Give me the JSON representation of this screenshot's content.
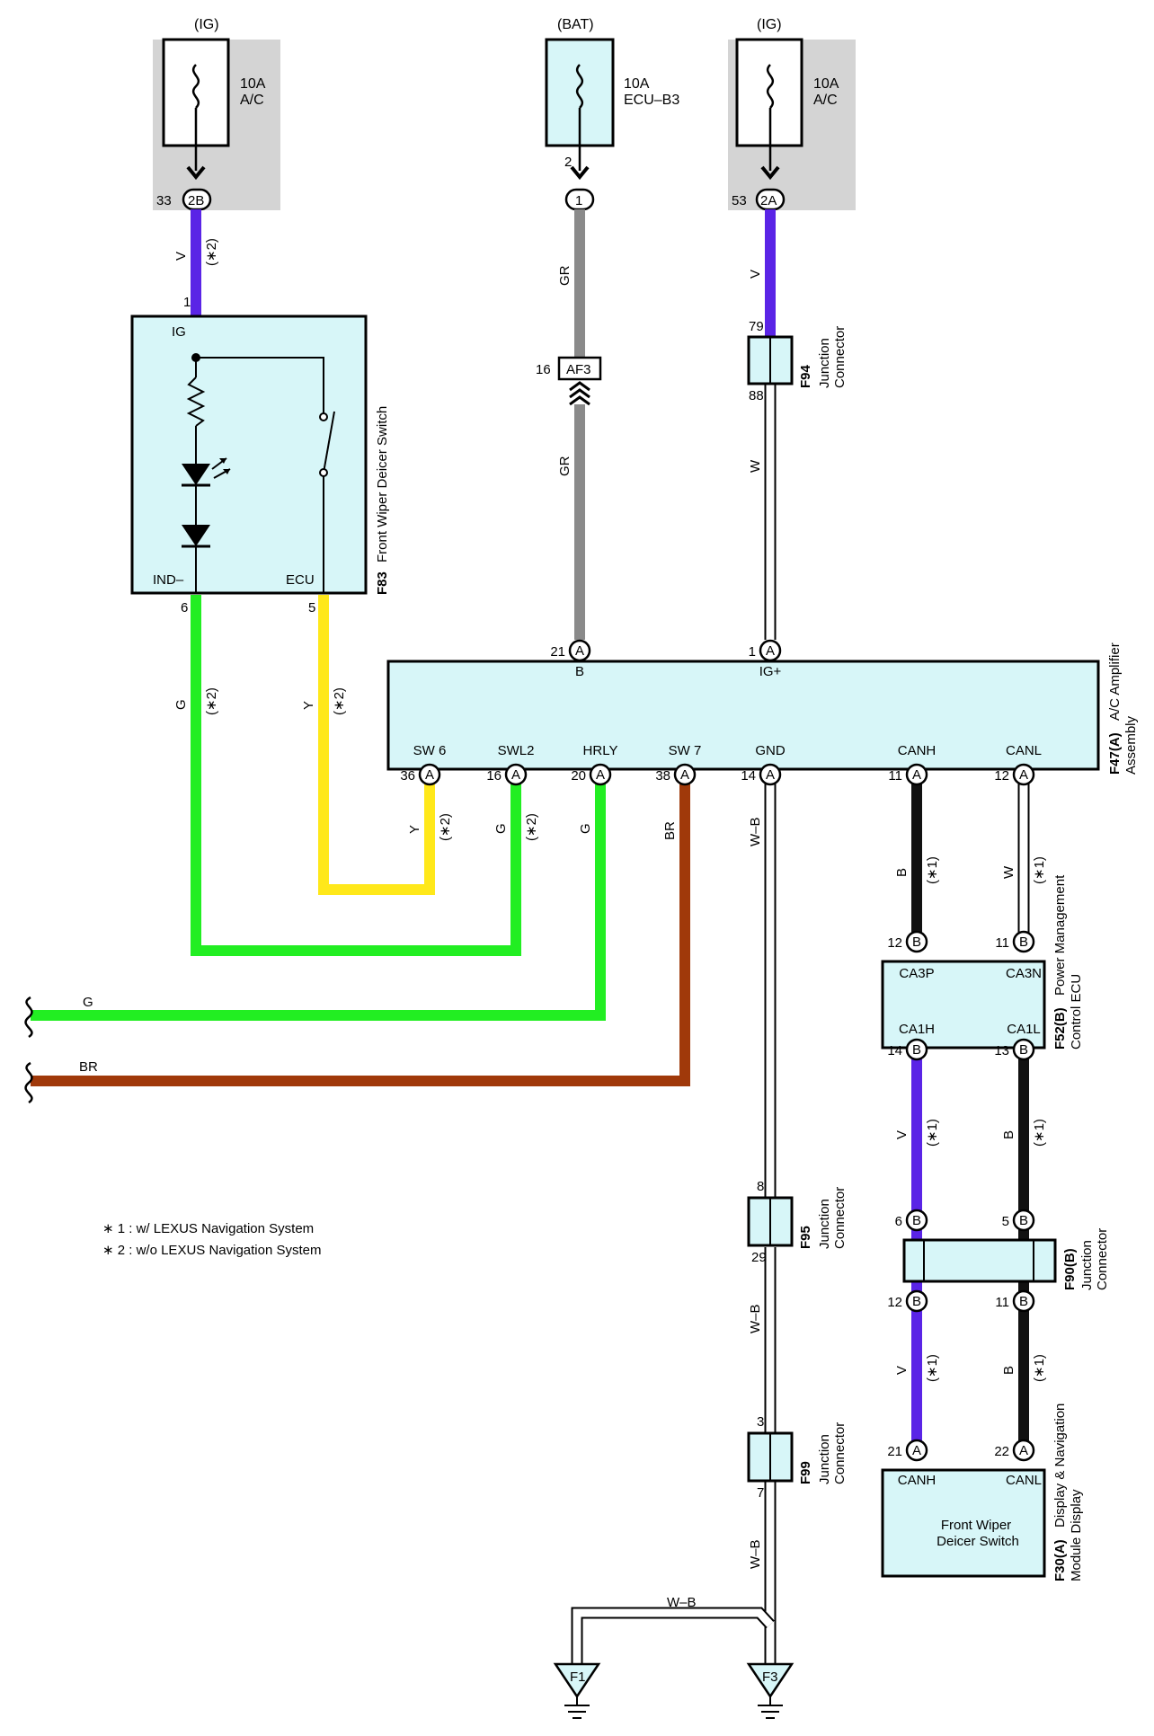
{
  "fuses": [
    {
      "source": "(IG)",
      "rating": "10A",
      "name": "A/C",
      "pin": "33",
      "conn": "2B"
    },
    {
      "source": "(BAT)",
      "rating": "10A",
      "name": "ECU–B3",
      "pin": "2",
      "conn": "1"
    },
    {
      "source": "(IG)",
      "rating": "10A",
      "name": "A/C",
      "pin": "53",
      "conn": "2A"
    }
  ],
  "wire_colors": {
    "V": "#5a24e6",
    "GR": "#8a8a8a",
    "W": "#ffffff",
    "G": "#22ee22",
    "Y": "#ffe81a",
    "BR": "#a0390a",
    "B": "#111111",
    "WB": "#ffffff"
  },
  "wire_labels": {
    "v": "V",
    "gr": "GR",
    "w": "W",
    "g": "G",
    "y": "Y",
    "br": "BR",
    "b": "B",
    "wb": "W–B",
    "note1": "(∗1)",
    "note2": "(∗2)"
  },
  "f83": {
    "id": "F83",
    "name": "Front Wiper Deicer Switch",
    "ig": "IG",
    "ind": "IND–",
    "ecu": "ECU",
    "pin1": "1",
    "pin6": "6",
    "pin5": "5"
  },
  "af3": {
    "pin": "16",
    "name": "AF3"
  },
  "f94": {
    "id": "F94",
    "name1": "Junction",
    "name2": "Connector",
    "pin_top": "79",
    "pin_bot": "88"
  },
  "f47": {
    "id": "F47(A)",
    "name1": "A/C Amplifier",
    "name2": "Assembly",
    "top_labels": [
      "B",
      "IG+"
    ],
    "top_pins": [
      "21",
      "1"
    ],
    "bottom_labels": [
      "SW 6",
      "SWL2",
      "HRLY",
      "SW 7",
      "GND",
      "CANH",
      "CANL"
    ],
    "bottom_pins": [
      "36",
      "16",
      "20",
      "38",
      "14",
      "11",
      "12"
    ],
    "conn": "A"
  },
  "f52": {
    "id": "F52(B)",
    "name1": "Power Management",
    "name2": "Control ECU",
    "labels": [
      "CA3P",
      "CA3N",
      "CA1H",
      "CA1L"
    ],
    "pins": [
      "12",
      "11",
      "14",
      "13"
    ],
    "conn": "B"
  },
  "f90": {
    "id": "F90(B)",
    "name1": "Junction",
    "name2": "Connector",
    "pins": [
      "6",
      "5",
      "12",
      "11"
    ],
    "conn": "B"
  },
  "f95": {
    "id": "F95",
    "name1": "Junction",
    "name2": "Connector",
    "pin_top": "8",
    "pin_bot": "29"
  },
  "f99": {
    "id": "F99",
    "name1": "Junction",
    "name2": "Connector",
    "pin_top": "3",
    "pin_bot": "7"
  },
  "f30": {
    "id": "F30(A)",
    "name1": "Display & Navigation",
    "name2": "Module Display",
    "labels": [
      "CANH",
      "CANL"
    ],
    "pins": [
      "21",
      "22"
    ],
    "conn": "A",
    "body1": "Front Wiper",
    "body2": "Deicer Switch"
  },
  "grounds": [
    "F1",
    "F3"
  ],
  "notes": [
    "∗ 1 : w/ LEXUS Navigation System",
    "∗ 2 : w/o LEXUS Navigation System"
  ]
}
